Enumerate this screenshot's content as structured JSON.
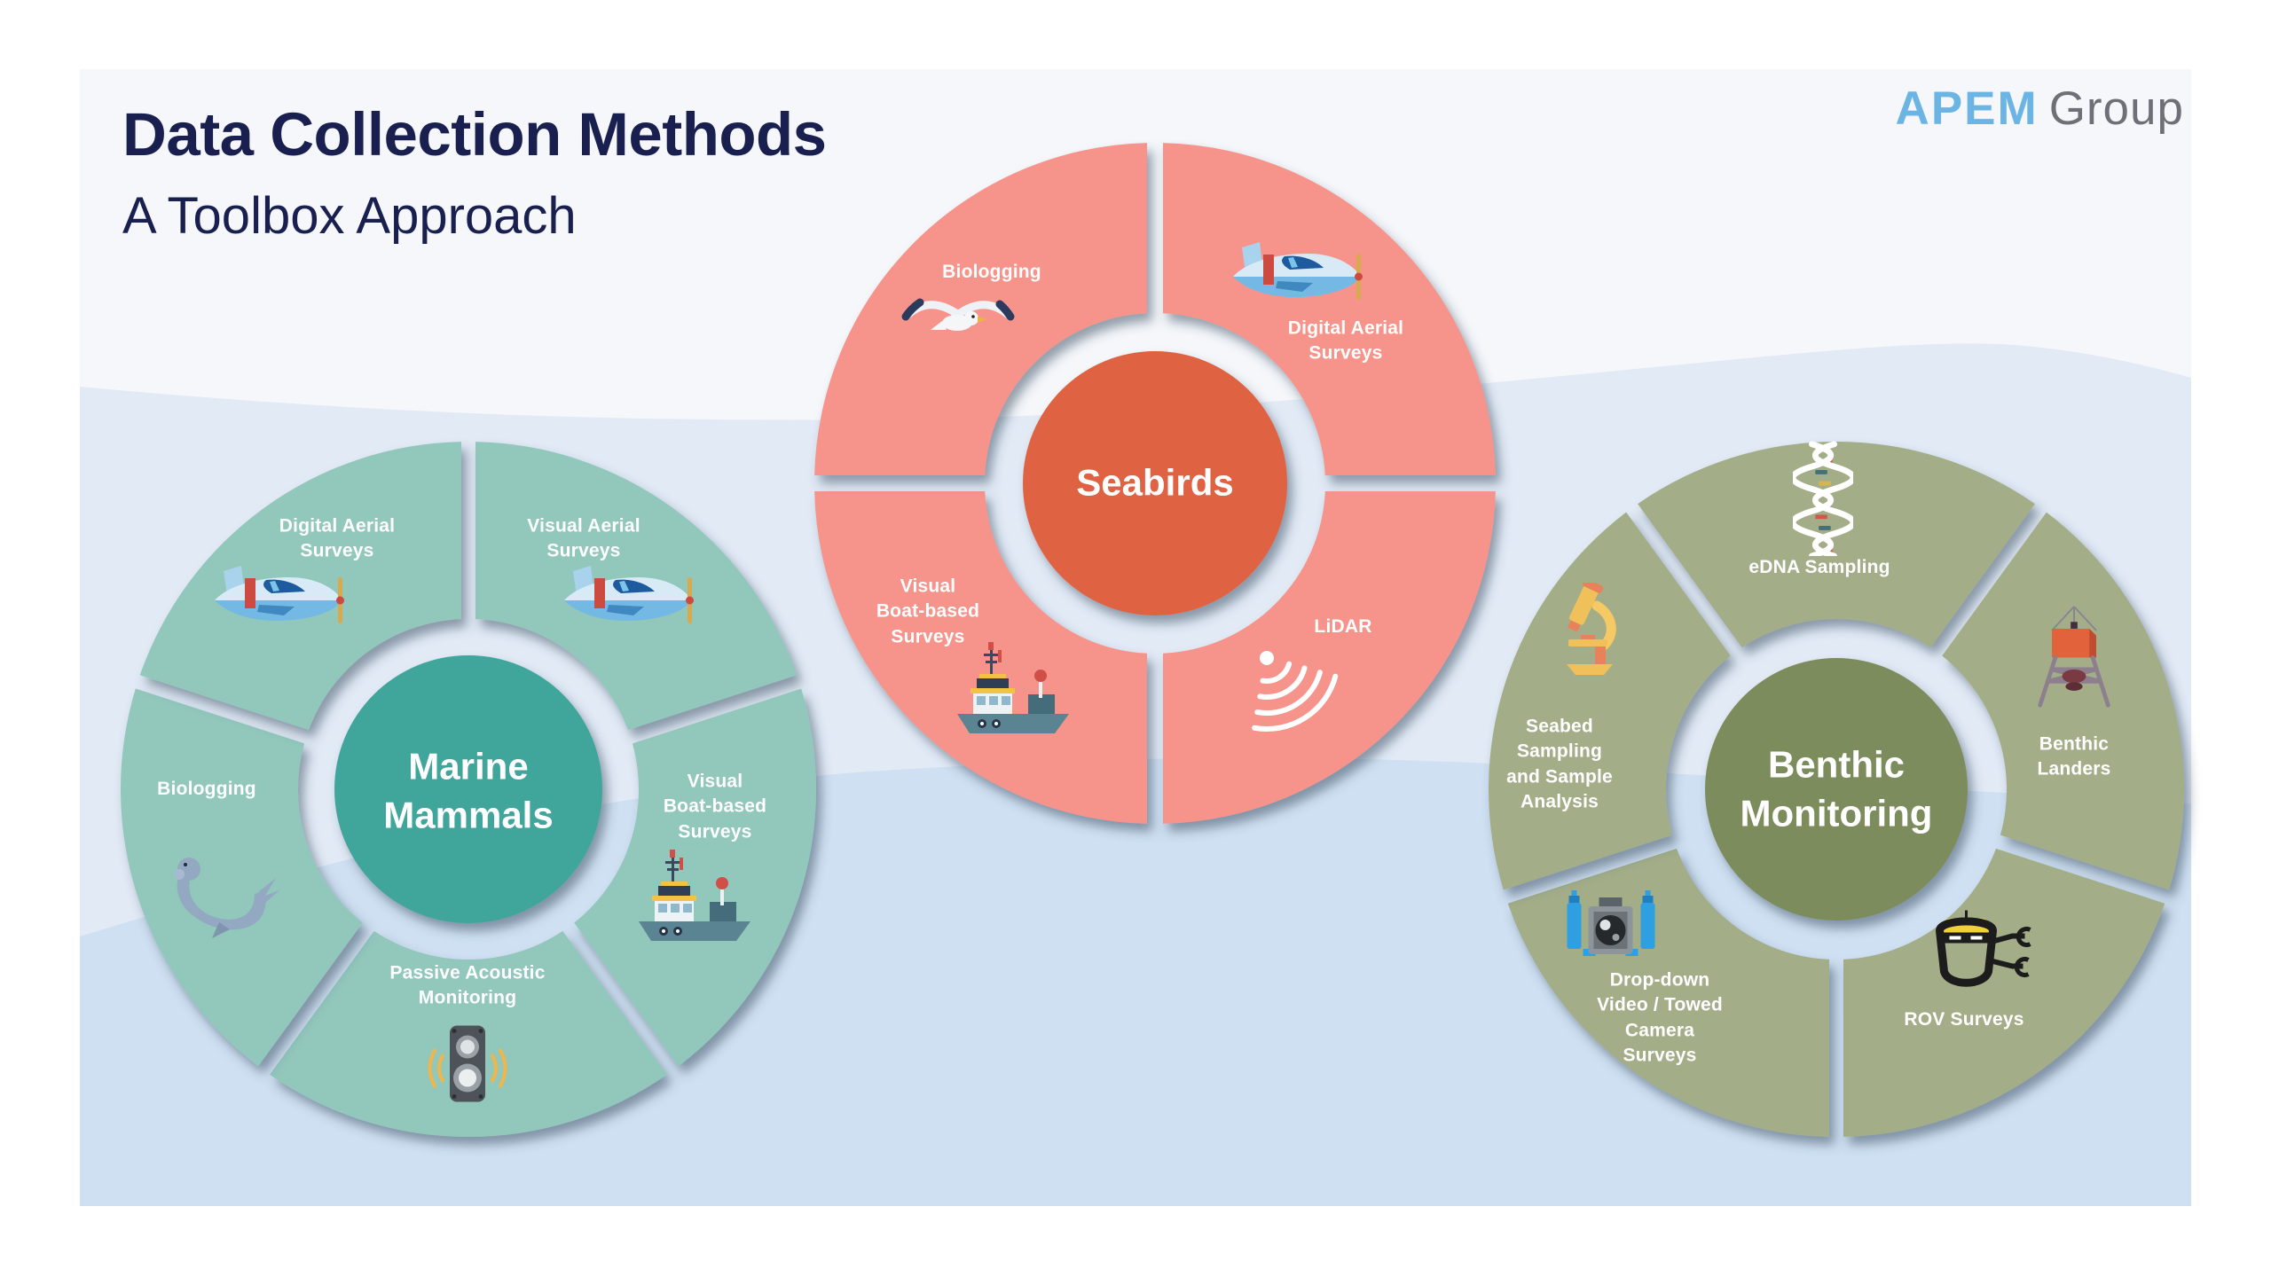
{
  "header": {
    "title": "Data Collection Methods",
    "subtitle": "A Toolbox Approach",
    "title_color": "#191f4e"
  },
  "logo": {
    "brand": "APEM",
    "suffix": "Group",
    "brand_color": "#6cb4e4",
    "suffix_color": "#6d7177"
  },
  "background": {
    "page_color": "#ffffff",
    "card_color": "#f5f7fb",
    "wave1_color": "#e2eaf6",
    "wave2_color": "#cfe0f2"
  },
  "wheels": [
    {
      "id": "marine-mammals",
      "center_label": "Marine\nMammals",
      "center_color": "#3fa69c",
      "segment_color": "#92c7bc",
      "segments": [
        {
          "label": "Digital Aerial\nSurveys",
          "icon": "plane-icon"
        },
        {
          "label": "Visual Aerial\nSurveys",
          "icon": "plane-icon"
        },
        {
          "label": "Biologging",
          "icon": "seal-icon"
        },
        {
          "label": "Visual\nBoat-based\nSurveys",
          "icon": "boat-icon"
        },
        {
          "label": "Passive Acoustic\nMonitoring",
          "icon": "speaker-icon"
        }
      ]
    },
    {
      "id": "seabirds",
      "center_label": "Seabirds",
      "center_color": "#df6342",
      "segment_color": "#f6948b",
      "segments": [
        {
          "label": "Biologging",
          "icon": "seagull-icon"
        },
        {
          "label": "Digital Aerial\nSurveys",
          "icon": "plane-icon"
        },
        {
          "label": "Visual\nBoat-based\nSurveys",
          "icon": "boat-icon"
        },
        {
          "label": "LiDAR",
          "icon": "lidar-icon"
        }
      ]
    },
    {
      "id": "benthic-monitoring",
      "center_label": "Benthic\nMonitoring",
      "center_color": "#7d8c5c",
      "segment_color": "#a3ae89",
      "segments": [
        {
          "label": "eDNA Sampling",
          "icon": "dna-icon"
        },
        {
          "label": "Seabed\nSampling\nand Sample\nAnalysis",
          "icon": "microscope-icon"
        },
        {
          "label": "Benthic\nLanders",
          "icon": "benthic-lander-icon"
        },
        {
          "label": "Drop-down\nVideo / Towed\nCamera\nSurveys",
          "icon": "camera-icon"
        },
        {
          "label": "ROV Surveys",
          "icon": "rov-icon"
        }
      ]
    }
  ]
}
